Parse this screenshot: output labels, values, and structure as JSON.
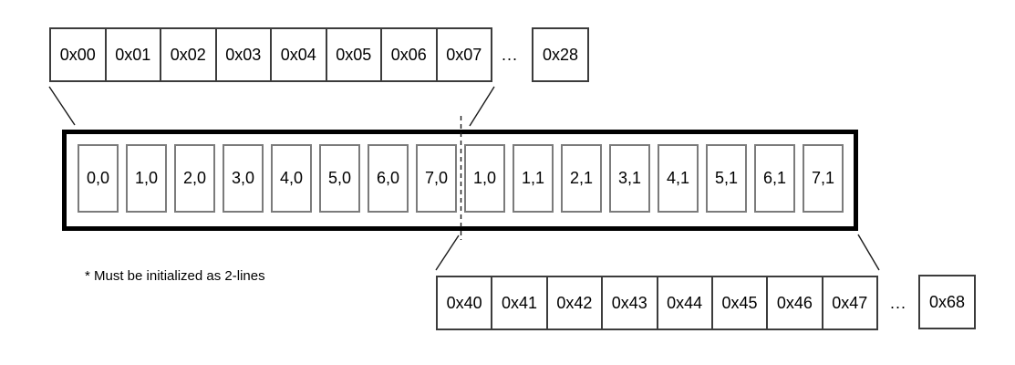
{
  "top_address_row": {
    "cells": [
      "0x00",
      "0x01",
      "0x02",
      "0x03",
      "0x04",
      "0x05",
      "0x06",
      "0x07"
    ],
    "ellipsis": "...",
    "tail_cell": "0x28"
  },
  "line_buffer": {
    "cells": [
      "0,0",
      "1,0",
      "2,0",
      "3,0",
      "4,0",
      "5,0",
      "6,0",
      "7,0",
      "1,0",
      "1,1",
      "2,1",
      "3,1",
      "4,1",
      "5,1",
      "6,1",
      "7,1"
    ]
  },
  "bottom_address_row": {
    "cells": [
      "0x40",
      "0x41",
      "0x42",
      "0x43",
      "0x44",
      "0x45",
      "0x46",
      "0x47"
    ],
    "ellipsis": "...",
    "tail_cell": "0x68"
  },
  "footnote": "* Must be initialized as 2-lines",
  "colors": {
    "background": "#ffffff",
    "row_border": "#3c3c3c",
    "cell_border": "#7b7b7b",
    "container_border": "#000000",
    "connector_line": "#1a1a1a",
    "text": "#000000"
  }
}
